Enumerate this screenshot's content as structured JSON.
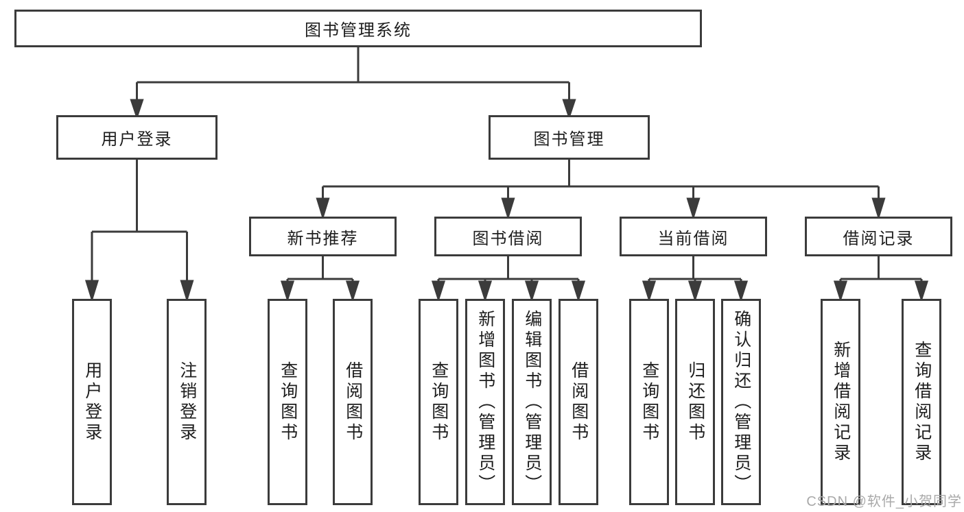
{
  "colors": {
    "line": "#3b3b3b",
    "box_border": "#3b3b3b",
    "text": "#1d1d1d",
    "watermark": "#a9a9a9",
    "background": "#ffffff"
  },
  "tree": {
    "root": {
      "label": "图书管理系统"
    },
    "branches": [
      {
        "label": "用户登录",
        "children": [
          {
            "label": "用户登录"
          },
          {
            "label": "注销登录"
          }
        ]
      },
      {
        "label": "图书管理",
        "groups": [
          {
            "label": "新书推荐",
            "children": [
              {
                "label": "查询图书"
              },
              {
                "label": "借阅图书"
              }
            ]
          },
          {
            "label": "图书借阅",
            "children": [
              {
                "label": "查询图书"
              },
              {
                "label": "新增图书（管理员）"
              },
              {
                "label": "编辑图书（管理员）"
              },
              {
                "label": "借阅图书"
              }
            ]
          },
          {
            "label": "当前借阅",
            "children": [
              {
                "label": "查询图书"
              },
              {
                "label": "归还图书"
              },
              {
                "label": "确认归还（管理员）"
              }
            ]
          },
          {
            "label": "借阅记录",
            "children": [
              {
                "label": "新增借阅记录"
              },
              {
                "label": "查询借阅记录"
              }
            ]
          }
        ]
      }
    ]
  },
  "watermark": {
    "text": "CSDN @软件_小贺同学"
  }
}
